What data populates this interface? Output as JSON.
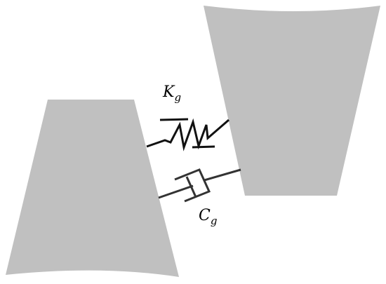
{
  "diagram": {
    "spring": {
      "symbol": "K",
      "subscript": "g"
    },
    "damper": {
      "symbol": "C",
      "subscript": "g"
    },
    "colors": {
      "block_fill": "#c0c0c0",
      "spring_stroke": "#111111",
      "damper_stroke": "#333333",
      "background": "#ffffff"
    }
  }
}
